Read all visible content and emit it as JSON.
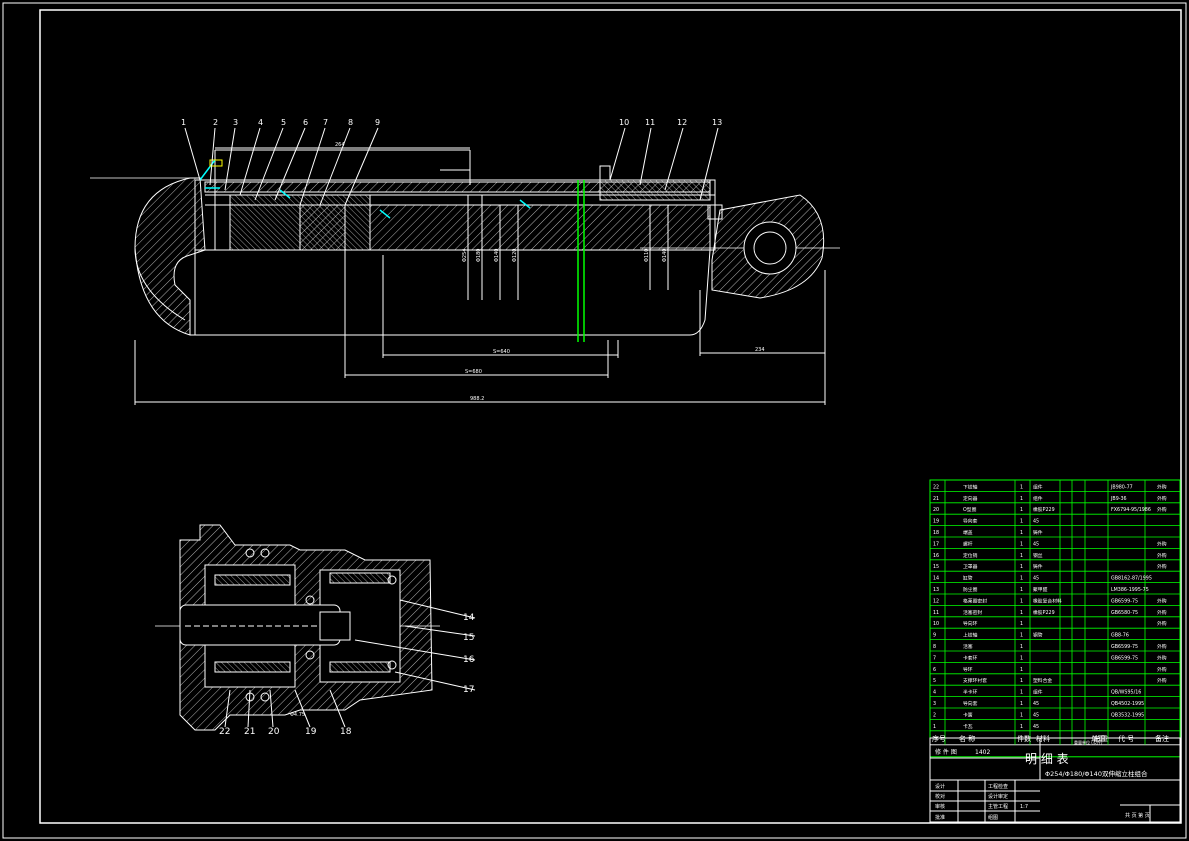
{
  "colors": {
    "background": "#000000",
    "line": "#ffffff",
    "table": "#00ff00",
    "accent": "#00ffff",
    "yellow": "#ffff00"
  },
  "part_numbers_top": [
    "1",
    "2",
    "3",
    "4",
    "5",
    "6",
    "7",
    "8",
    "9",
    "10",
    "11",
    "12",
    "13"
  ],
  "part_numbers_detail": [
    "14",
    "15",
    "16",
    "17",
    "18",
    "19",
    "20",
    "21",
    "22"
  ],
  "dimensions": {
    "overall": "988.2",
    "stroke_a": "S=640",
    "stroke_b": "S=680",
    "top": "264",
    "eye": "234",
    "diameters": [
      "Φ254",
      "Φ180",
      "Φ140",
      "Φ120",
      "Φ110",
      "Φ140"
    ],
    "detail_small": "Φ4.75"
  },
  "bom": {
    "rows": [
      {
        "no": "22",
        "name": "下铰轴",
        "qty": "1",
        "mat": "组件",
        "code": "JB980-77",
        "note": "外购"
      },
      {
        "no": "21",
        "name": "定向器",
        "qty": "1",
        "mat": "组件",
        "code": "JB9-36",
        "note": "外购"
      },
      {
        "no": "20",
        "name": "O型圈",
        "qty": "1",
        "mat": "橡胶P229",
        "code": "FX6794-95/1986",
        "note": "外购"
      },
      {
        "no": "19",
        "name": "导向套",
        "qty": "1",
        "mat": "45",
        "code": "",
        "note": ""
      },
      {
        "no": "18",
        "name": "端盖",
        "qty": "1",
        "mat": "铸件",
        "code": "",
        "note": ""
      },
      {
        "no": "17",
        "name": "螺杆",
        "qty": "1",
        "mat": "45",
        "code": "",
        "note": "外购"
      },
      {
        "no": "16",
        "name": "定位销",
        "qty": "1",
        "mat": "钢丝",
        "code": "",
        "note": "外购"
      },
      {
        "no": "15",
        "name": "卫罩器",
        "qty": "1",
        "mat": "铸件",
        "code": "",
        "note": "外购"
      },
      {
        "no": "14",
        "name": "缸管",
        "qty": "1",
        "mat": "45",
        "code": "GB8162-87/1995",
        "note": ""
      },
      {
        "no": "13",
        "name": "防尘圈",
        "qty": "1",
        "mat": "聚甲醛",
        "code": "LM386-1995-75",
        "note": ""
      },
      {
        "no": "12",
        "name": "格莱圈密封",
        "qty": "1",
        "mat": "橡胶复合材料",
        "code": "GB6599-75",
        "note": "外购"
      },
      {
        "no": "11",
        "name": "活塞密封",
        "qty": "1",
        "mat": "橡胶P229",
        "code": "GB6580-75",
        "note": "外购"
      },
      {
        "no": "10",
        "name": "导向环",
        "qty": "1",
        "mat": "",
        "code": "",
        "note": "外购"
      },
      {
        "no": "9",
        "name": "上铰轴",
        "qty": "1",
        "mat": "钢管",
        "code": "GB8-76",
        "note": ""
      },
      {
        "no": "8",
        "name": "活塞",
        "qty": "1",
        "mat": "",
        "code": "GB6599-75",
        "note": "外购"
      },
      {
        "no": "7",
        "name": "卡套环",
        "qty": "1",
        "mat": "",
        "code": "GB6599-75",
        "note": "外购"
      },
      {
        "no": "6",
        "name": "导环",
        "qty": "1",
        "mat": "",
        "code": "",
        "note": "外购"
      },
      {
        "no": "5",
        "name": "支撑环衬套",
        "qty": "1",
        "mat": "塑料合金",
        "code": "",
        "note": "外购"
      },
      {
        "no": "4",
        "name": "半卡环",
        "qty": "1",
        "mat": "组件",
        "code": "QB/WS95/16",
        "note": ""
      },
      {
        "no": "3",
        "name": "导向套",
        "qty": "1",
        "mat": "45",
        "code": "QB4502-1995",
        "note": ""
      },
      {
        "no": "2",
        "name": "卡簧",
        "qty": "1",
        "mat": "45",
        "code": "QB3532-1995",
        "note": ""
      },
      {
        "no": "1",
        "name": "卡瓦",
        "qty": "1",
        "mat": "45",
        "code": "",
        "note": ""
      }
    ],
    "header": {
      "no": "序号",
      "name": "名 称",
      "qty": "件数",
      "mat": "材料",
      "weight": "单重",
      "total": "总重",
      "code": "代 号",
      "note": "备注"
    },
    "sub_header": "重量单位 (公斤)",
    "revision_label": "修 件 图",
    "revision_no": "1402",
    "table_title": "明 细 表"
  },
  "title_block": {
    "drawing_name": "Φ254/Φ180/Φ140双伸缩立柱组合",
    "rows": [
      "工程检查",
      "设计审定",
      "主管工程",
      "组图"
    ],
    "designer_labels": [
      "设计",
      "校对",
      "审核",
      "批准"
    ],
    "scale": "1:7",
    "sheet": "共 页  第 页"
  }
}
